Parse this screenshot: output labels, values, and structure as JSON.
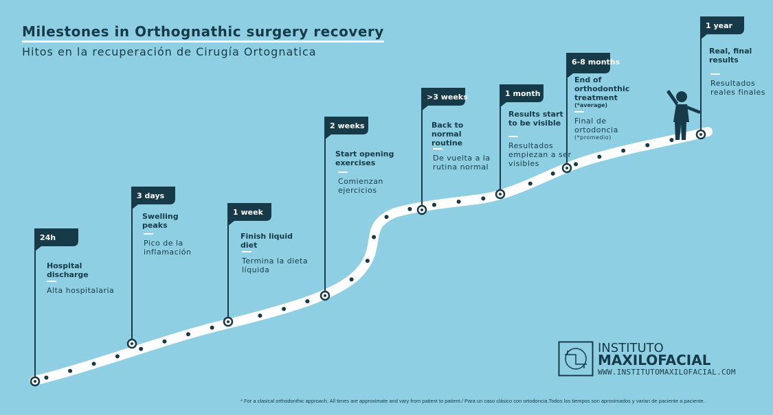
{
  "title": "Milestones in Orthognathic surgery recovery",
  "subtitle": "Hitos en la recuperación de Cirugía Ortognatica",
  "milestones": [
    {
      "time": "24h",
      "en": "Hospital discharge",
      "en_note": "",
      "es": "Alta hospitalaria",
      "es_note": ""
    },
    {
      "time": "3 days",
      "en": "Swelling peaks",
      "en_note": "",
      "es": "Pico de la inflamación",
      "es_note": ""
    },
    {
      "time": "1 week",
      "en": "Finish liquid diet",
      "en_note": "",
      "es": "Termina la dieta líquida",
      "es_note": ""
    },
    {
      "time": "2 weeks",
      "en": "Start opening exercises",
      "en_note": "",
      "es": "Comienzan ejercicios",
      "es_note": ""
    },
    {
      "time": ">3 weeks",
      "en": "Back to normal routine",
      "en_note": "",
      "es": "De vuelta a la rutina normal",
      "es_note": ""
    },
    {
      "time": "1 month",
      "en": "Results start to be visible",
      "en_note": "",
      "es": "Resultados empiezan a ser visibles",
      "es_note": ""
    },
    {
      "time": "6-8 months",
      "en": "End of orthodonthic treatment",
      "en_note": "(*average)",
      "es": "Final de ortodoncia",
      "es_note": "(*promedio)"
    },
    {
      "time": "1 year",
      "en": "Real, final results",
      "en_note": "",
      "es": "Resultados reales finales",
      "es_note": ""
    }
  ],
  "footnote": "* For a clasical orthodonthic approach. All times are approximate and vary from patient to patient./ Para un caso clásico con ortodoncia.Todos los tiempos son aproximados y varian de paciente a paciente.",
  "logo": {
    "line1": "INSTITUTO",
    "line2": "MAXILOFACIAL",
    "line3": "WWW.INSTITUTOMAXILOFACIAL.COM"
  },
  "colors": {
    "background": "#8ecfe3",
    "dark": "#173a48",
    "road": "#ffffff"
  },
  "icons": {
    "person": "person-celebrating-icon",
    "logo_mark": "institute-logo-mark-icon"
  }
}
